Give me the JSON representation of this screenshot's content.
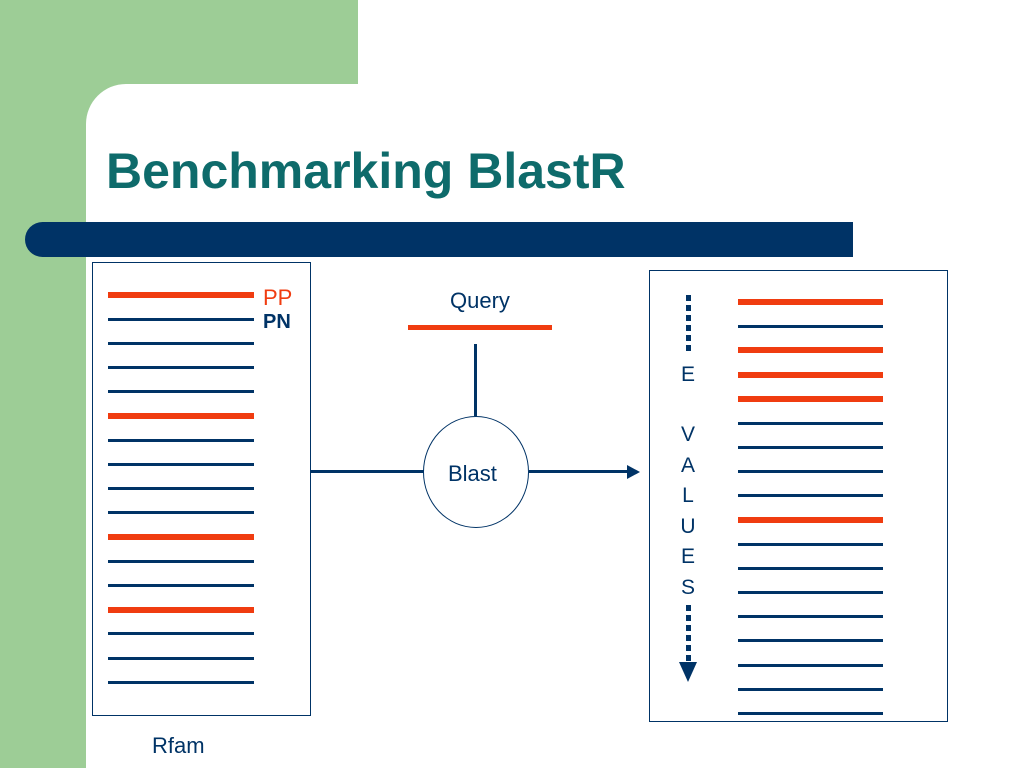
{
  "title": "Benchmarking BlastR",
  "labels": {
    "pp": "PP",
    "pn": "PN",
    "query": "Query",
    "blast": "Blast",
    "rfam": "Rfam",
    "evalue_letters": [
      "E",
      "V",
      "A",
      "L",
      "U",
      "E",
      "S"
    ]
  },
  "colors": {
    "pp": "#f03c10",
    "pn": "#003366",
    "title": "#0e6b6b",
    "accent_green": "#9dcd96"
  },
  "rfam_sequences": [
    "PP",
    "PN",
    "PN",
    "PN",
    "PN",
    "PP",
    "PN",
    "PN",
    "PN",
    "PN",
    "PP",
    "PN",
    "PN",
    "PP",
    "PN",
    "PN",
    "PN"
  ],
  "ranked_results": [
    "PP",
    "PN",
    "PP",
    "PP",
    "PP",
    "PN",
    "PN",
    "PN",
    "PN",
    "PP",
    "PN",
    "PN",
    "PN",
    "PN",
    "PN",
    "PN",
    "PN",
    "PN"
  ]
}
